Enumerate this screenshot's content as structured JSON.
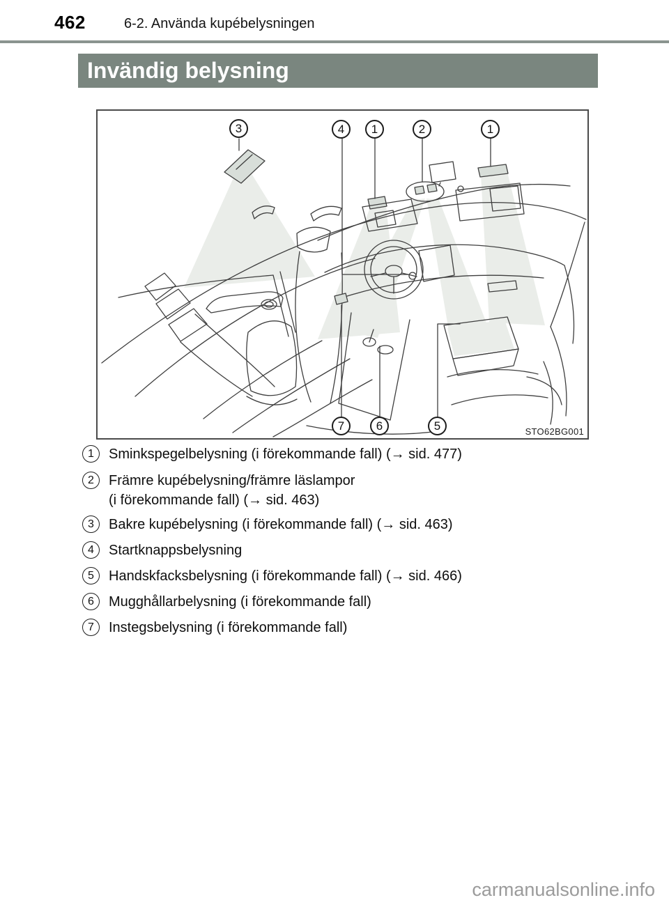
{
  "header": {
    "page_number": "462",
    "section": "6-2. Använda kupébelysningen"
  },
  "title_bar": {
    "title": "Invändig belysning"
  },
  "figure": {
    "code": "STO62BG001",
    "callouts": {
      "top": [
        {
          "label": "3"
        },
        {
          "label": "4"
        },
        {
          "label": "1"
        },
        {
          "label": "2"
        },
        {
          "label": "1"
        }
      ],
      "bottom": [
        {
          "label": "7"
        },
        {
          "label": "6"
        },
        {
          "label": "5"
        }
      ]
    }
  },
  "legend": {
    "items": [
      {
        "num": "1",
        "lines": [
          "Sminkspegelbelysning (i förekommande fall) (→ sid. 477)"
        ]
      },
      {
        "num": "2",
        "lines": [
          "Främre kupébelysning/främre läslampor",
          "(i förekommande fall) (→ sid. 463)"
        ]
      },
      {
        "num": "3",
        "lines": [
          "Bakre kupébelysning (i förekommande fall) (→ sid. 463)"
        ]
      },
      {
        "num": "4",
        "lines": [
          "Startknappsbelysning"
        ]
      },
      {
        "num": "5",
        "lines": [
          "Handskfacksbelysning (i förekommande fall) (→ sid. 466)"
        ]
      },
      {
        "num": "6",
        "lines": [
          "Mugghållarbelysning (i förekommande fall)"
        ]
      },
      {
        "num": "7",
        "lines": [
          "Instegsbelysning (i förekommande fall)"
        ]
      }
    ]
  },
  "watermark": "carmanualsonline.info",
  "colors": {
    "title_bar_bg": "#7a867f",
    "header_rule": "#8b948f",
    "frame_border": "#4a4a4a",
    "watermark": "#9b9b9b",
    "lamp_shade": "#d8ded9",
    "light_cone": "#eaede9"
  }
}
